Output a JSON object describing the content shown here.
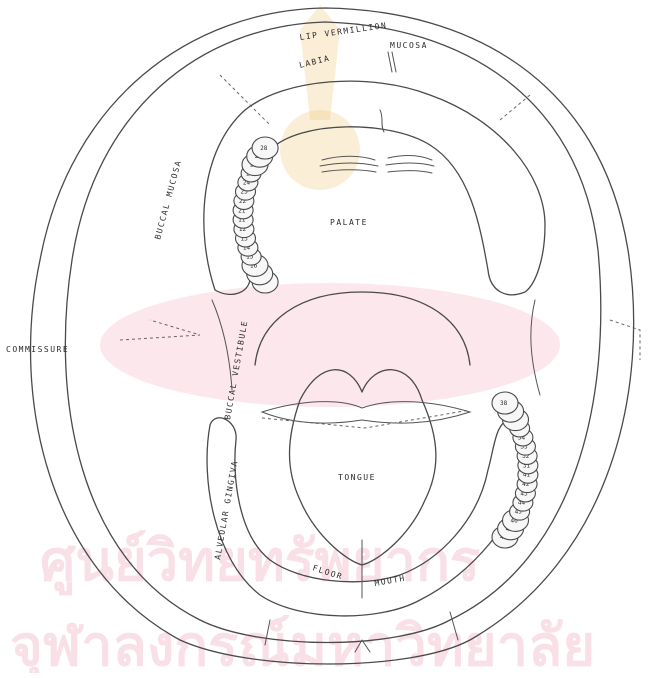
{
  "labels": {
    "lip_vermillion": "LIP VERMILLION",
    "labia": "LABIA",
    "mucosa": "MUCOSA",
    "buccal_mucosa": "BUCCAL MUCOSA",
    "palate": "PALATE",
    "commissure": "COMMISSURE",
    "tongue": "TONGUE",
    "floor": "FLOOR",
    "mouth": "MOUTH",
    "vestibule_left": "ALVEOLAR GINGIVA",
    "vestibule_right": "BUCCAL VESTIBULE"
  },
  "teeth": {
    "upper_numbers": [
      "18",
      "17",
      "16",
      "15",
      "14",
      "13",
      "12",
      "11",
      "21",
      "22",
      "23",
      "24",
      "25",
      "26",
      "27",
      "28"
    ],
    "lower_numbers": [
      "48",
      "47",
      "46",
      "45",
      "44",
      "43",
      "42",
      "41",
      "31",
      "32",
      "33",
      "34",
      "35",
      "36",
      "37",
      "38"
    ]
  },
  "watermark": {
    "line1": "ศูนย์วิทยทรัพยากร",
    "line2": "จุฬาลงกรณ์มหาวิทยาลัย"
  }
}
